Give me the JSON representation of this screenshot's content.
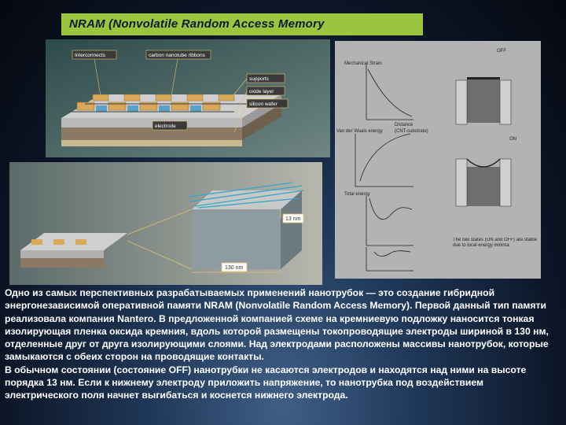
{
  "title": "NRAM (Nonvolatile Random Access Memory",
  "figure1": {
    "labels": {
      "interconnects": "Interconnects",
      "ribbons": "carbon nanotube ribbons",
      "supports": "supports",
      "oxide": "oxide layer",
      "silicon": "silicon wafer",
      "electrode": "electrode"
    }
  },
  "figure2": {
    "labels": {
      "height": "13 nm",
      "width": "130 nm"
    }
  },
  "figure3": {
    "state_off": "OFF",
    "state_on": "ON",
    "graph_labels": {
      "mechanical": "Mechanical Strain",
      "vanderwaals": "Van der Waals energy",
      "total": "Total energy",
      "distance": "Distance",
      "cnt_substrate": "(CNT-substrate)"
    },
    "caption": "The two states (ON and OFF) are stable due to local energy minima"
  },
  "paragraphs": [
    "Одно из самых перспективных разрабатываемых применений нанотрубок — это создание гибридной энергонезависимой оперативной памяти NRAM (Nonvolatile Random Access Memory). Первой данный тип памяти реализовала компания Nantero. В предложенной компанией схеме на кремниевую подложку наносится тонкая изолирующая пленка оксида кремния, вдоль которой размещены токопроводящие электроды шириной в 130 нм, отделенные друг от друга изолирующими слоями. Над электродами расположены массивы нанотрубок, которые замыкаются с обеих сторон на проводящие контакты.",
    "В обычном состоянии (состояние OFF) нанотрубки не касаются электродов и находятся над ними на высоте порядка 13 нм. Если к нижнему электроду приложить напряжение, то нанотрубка под воздействием электрического поля начнет выгибаться и коснется нижнего электрода."
  ]
}
